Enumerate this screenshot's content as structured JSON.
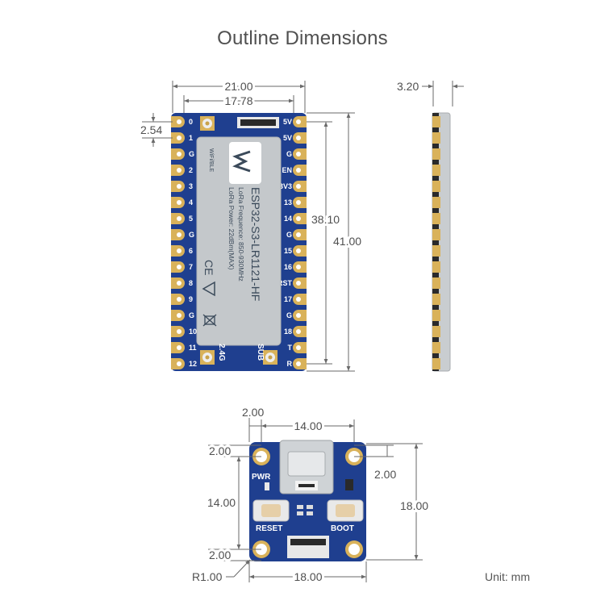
{
  "title": "Outline Dimensions",
  "unit_label": "Unit: mm",
  "colors": {
    "pcb": "#1f3f8f",
    "gold": "#d9b25a",
    "shield": "#bfc3c6",
    "dim_line": "#6a6a6a"
  },
  "front_view": {
    "dims": {
      "width": "21.00",
      "pin_span": "17.78",
      "pitch": "2.54",
      "inner_height": "38.10",
      "height": "41.00"
    },
    "left_pins": [
      "0",
      "1",
      "G",
      "2",
      "3",
      "4",
      "5",
      "G",
      "6",
      "7",
      "8",
      "9",
      "G",
      "10",
      "11",
      "12"
    ],
    "right_pins": [
      "5V",
      "5V",
      "G",
      "EN",
      "3V3",
      "13",
      "14",
      "G",
      "15",
      "16",
      "RST",
      "17",
      "G",
      "18",
      "T",
      "R"
    ],
    "module": {
      "brand_label": "WiFi/BLE",
      "model": "ESP32-S3-LR1121-HF",
      "frequency": "LoRa Frequence: 850-930MHz",
      "power": "LoRa Power: 22dBm(MAX)",
      "ce_mark": "CE",
      "ant_24": "2.4G",
      "ant_sub": "SUB"
    }
  },
  "side_view": {
    "dims": {
      "thickness": "3.20"
    }
  },
  "back_view": {
    "dims": {
      "hole_offset_x": "2.00",
      "hole_span_x": "14.00",
      "hole_offset_y_top": "2.00",
      "hole_span_y": "14.00",
      "hole_offset_y_bottom": "2.00",
      "right_offset": "2.00",
      "height": "18.00",
      "width": "18.00",
      "corner_radius": "R1.00"
    },
    "labels": {
      "pwr": "PWR",
      "reset": "RESET",
      "boot": "BOOT"
    }
  }
}
